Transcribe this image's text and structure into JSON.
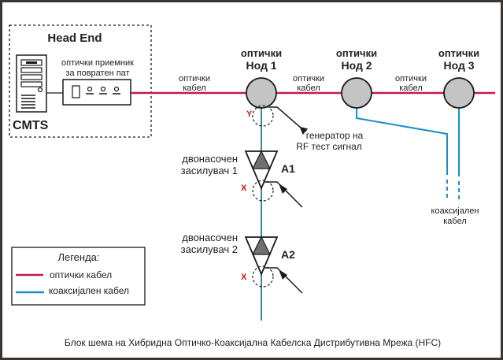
{
  "colors": {
    "optic": "#c2185b",
    "coax": "#1a8fc9",
    "node_fill": "#c4c4c4",
    "amp_fill": "#707070",
    "test_point_label": "#cc1111",
    "line": "#1a1a1a"
  },
  "head_end": {
    "title": "Head End",
    "cmts_label": "CMTS",
    "receiver_label_line1": "оптички приемник",
    "receiver_label_line2": "за повратен пат"
  },
  "cable_labels": {
    "optic_line1": "оптички",
    "optic_line2": "кабел"
  },
  "nodes": [
    {
      "line1": "оптички",
      "line2": "Нод 1"
    },
    {
      "line1": "оптички",
      "line2": "Нод 2"
    },
    {
      "line1": "оптички",
      "line2": "Нод 3"
    }
  ],
  "generator": {
    "line1": "генератор на",
    "line2": "RF тест сигнал"
  },
  "amplifiers": [
    {
      "label_line1": "двонасочен",
      "label_line2": "засилувач 1",
      "id": "A1",
      "test_point": "X"
    },
    {
      "label_line1": "двонасочен",
      "label_line2": "засилувач 2",
      "id": "A2",
      "test_point": "X"
    }
  ],
  "node1_test_point": "Y",
  "coax_label": {
    "line1": "коаксијален",
    "line2": "кабел"
  },
  "legend": {
    "title": "Легенда:",
    "items": [
      {
        "label": "оптички кабел",
        "type": "optic"
      },
      {
        "label": "коаксијален кабел",
        "type": "coax"
      }
    ]
  },
  "caption": "Блок шема на Хибридна Оптичко-Коаксијална Кабелска Дистрибутивна Мрежа (HFC)"
}
